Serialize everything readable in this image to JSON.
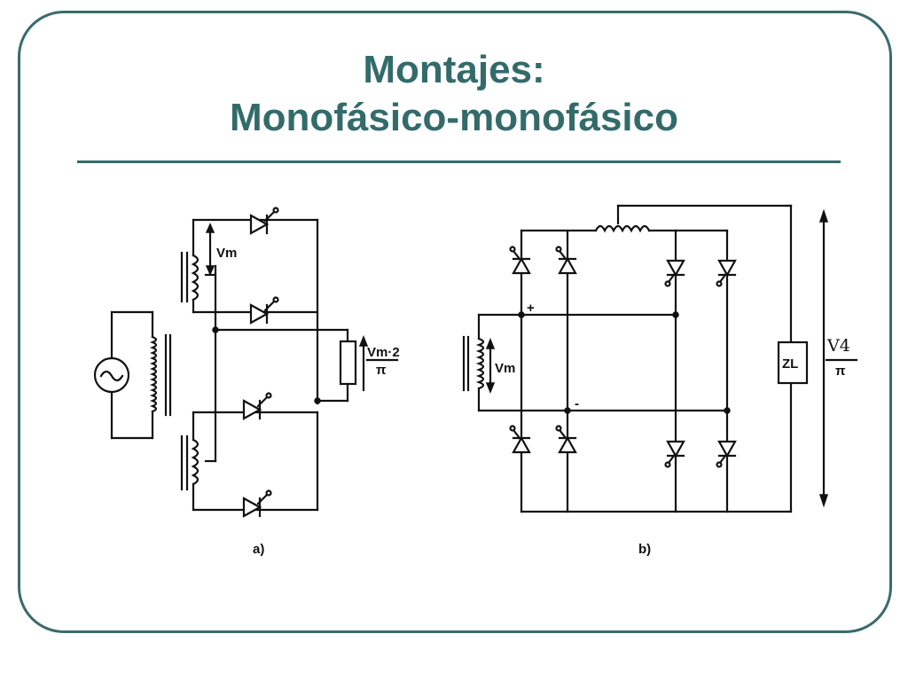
{
  "slide": {
    "title_line1": "Montajes:",
    "title_line2": "Monofásico-monofásico"
  },
  "diagram_a": {
    "caption": "a)",
    "vm_label": "Vm",
    "output_numerator": "Vm·2",
    "output_denominator": "π"
  },
  "diagram_b": {
    "caption": "b)",
    "vm_label": "Vm",
    "plus_label": "+",
    "minus_label": "-",
    "load_label": "ZL",
    "output_numerator": "V4",
    "output_denominator": "π"
  },
  "colors": {
    "title": "#336b6b",
    "frame": "#3a6b6e",
    "ink": "#111111"
  }
}
